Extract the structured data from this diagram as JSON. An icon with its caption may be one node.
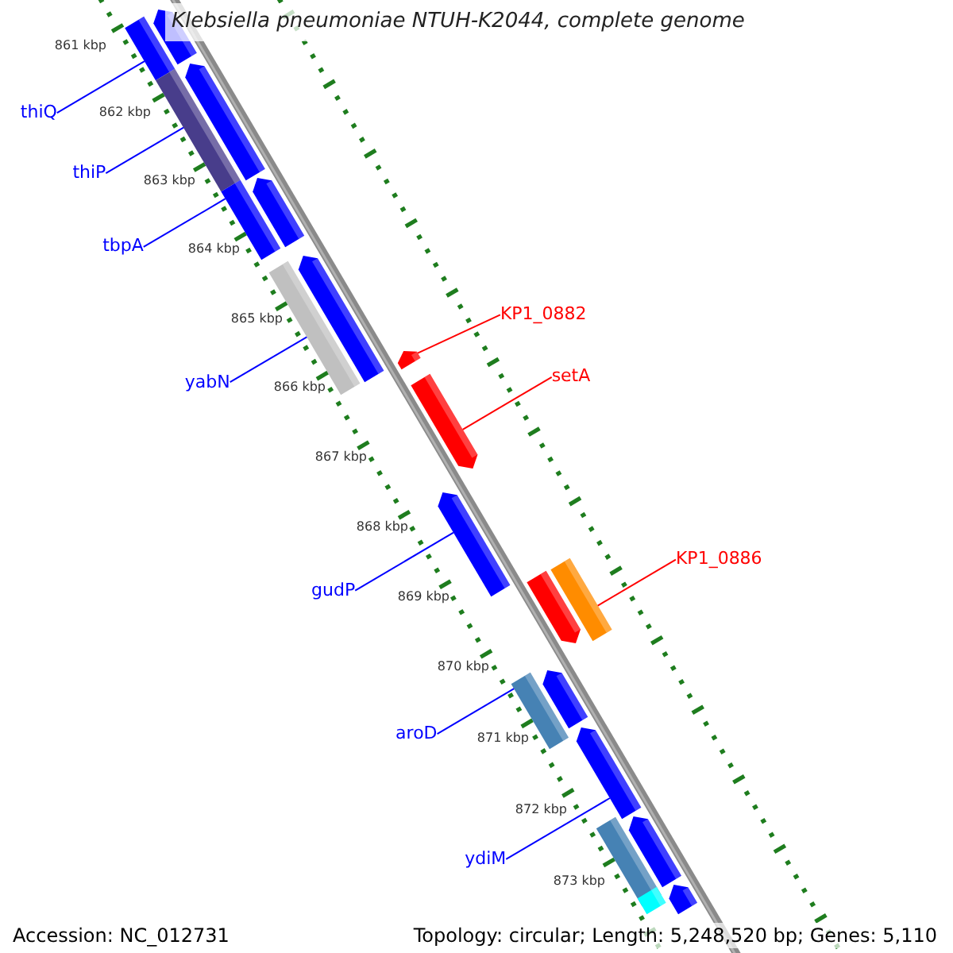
{
  "diagram": {
    "title": "Klebsiella pneumoniae NTUH-K2044, complete genome",
    "nodes": [
      {
        "text": [
          "thiQ"
        ]
      },
      {
        "text": [
          "thiP"
        ]
      },
      {
        "text": [
          "tbpA"
        ]
      },
      {
        "text": [
          "yabN"
        ]
      },
      {
        "text": [
          "gudP"
        ]
      },
      {
        "text": [
          "aroD"
        ]
      },
      {
        "text": [
          "ydiM"
        ]
      },
      {
        "text": [
          "KP1_0882"
        ]
      },
      {
        "text": [
          "setA"
        ]
      },
      {
        "text": [
          "KP1_0886"
        ]
      },
      {
        "text": [],
        "shape": "bar"
      },
      {
        "text": [],
        "shape": "bar"
      },
      {
        "text": [],
        "shape": "bar"
      },
      {
        "text": [],
        "shape": "bar"
      },
      {
        "text": [],
        "shape": "bar"
      },
      {
        "text": [],
        "shape": "bar"
      },
      {
        "text": [],
        "shape": "bar"
      },
      {
        "text": [],
        "shape": "bar"
      },
      {
        "text": [],
        "shape": "bar"
      },
      {
        "text": [],
        "shape": "bar"
      },
      {
        "text": [],
        "shape": "bar"
      },
      {
        "text": [],
        "shape": "bar"
      },
      {
        "text": [],
        "shape": "bar"
      },
      {
        "text": [],
        "shape": "bar"
      },
      {
        "text": [],
        "shape": "bar"
      },
      {
        "text": [],
        "shape": "bar"
      },
      {
        "text": [],
        "shape": "bar"
      },
      {
        "text": [],
        "shape": "bar"
      },
      {
        "text": [],
        "shape": "bar"
      },
      {
        "text": [],
        "shape": "bar"
      }
    ],
    "edges": [
      {
        "from": 0,
        "to": 11,
        "arrow": "none"
      },
      {
        "from": 1,
        "to": 13,
        "arrow": "none"
      },
      {
        "from": 2,
        "to": 15,
        "arrow": "none"
      },
      {
        "from": 3,
        "to": 17,
        "arrow": "none"
      },
      {
        "from": 4,
        "to": 20,
        "arrow": "none"
      },
      {
        "from": 5,
        "to": 24,
        "arrow": "none"
      },
      {
        "from": 6,
        "to": 25,
        "arrow": "none"
      },
      {
        "from": 7,
        "to": 18,
        "arrow": "none",
        "color": "#ff0000"
      },
      {
        "from": 8,
        "to": 19,
        "arrow": "none",
        "color": "#ff0000"
      },
      {
        "from": 9,
        "to": 21,
        "arrow": "none",
        "color": "#ff0000"
      }
    ],
    "labels": [
      "861 kbp",
      "862 kbp",
      "863 kbp",
      "864 kbp",
      "865 kbp",
      "866 kbp",
      "867 kbp",
      "868 kbp",
      "869 kbp",
      "870 kbp",
      "871 kbp",
      "872 kbp",
      "873 kbp",
      "Accession: NC_012731",
      "Topology: circular; Length: 5,248,520 bp; Genes: 5,110"
    ]
  }
}
